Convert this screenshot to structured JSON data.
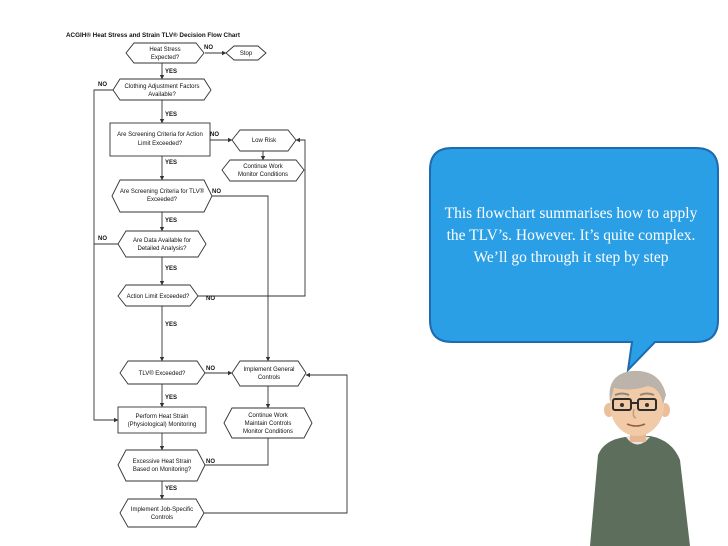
{
  "flowchart": {
    "title": "ACGIH® Heat Stress and Strain TLV® Decision Flow Chart",
    "nodes": {
      "heat_stress": [
        "Heat Stress",
        "Expected?"
      ],
      "stop": [
        "Stop"
      ],
      "clothing": [
        "Clothing Adjustment Factors",
        "Available?"
      ],
      "screen_action": [
        "Are Screening Criteria for Action",
        "Limit Exceeded?"
      ],
      "low_risk": [
        "Low Risk"
      ],
      "continue_monitor": [
        "Continue Work",
        "Monitor Conditions"
      ],
      "screen_tlv": [
        "Are Screening Criteria for TLV®",
        "Exceeded?"
      ],
      "data_available": [
        "Are Data Available for",
        "Detailed Analysis?"
      ],
      "action_limit": [
        "Action Limit Exceeded?"
      ],
      "tlv_exceeded": [
        "TLV® Exceeded?"
      ],
      "implement_general": [
        "Implement General",
        "Controls"
      ],
      "perform_strain": [
        "Perform Heat Strain",
        "(Physiological) Monitoring"
      ],
      "continue_maintain": [
        "Continue Work",
        "Maintain Controls",
        "Monitor Conditions"
      ],
      "excessive_strain": [
        "Excessive Heat Strain",
        "Based on Monitoring?"
      ],
      "implement_job": [
        "Implement Job-Specific",
        "Controls"
      ]
    },
    "labels": {
      "yes": "YES",
      "no": "NO"
    }
  },
  "speech_bubble": {
    "text": "This flowchart summarises how to apply the TLV’s. However. It’s quite complex. We’ll go through it step by step",
    "fill_color": "#2b9fe6",
    "stroke_color": "#1e6bb0"
  },
  "character": {
    "shirt_color": "#5d6e5c",
    "hair_color": "#bcb3aa",
    "skin_color": "#f1cba8"
  }
}
